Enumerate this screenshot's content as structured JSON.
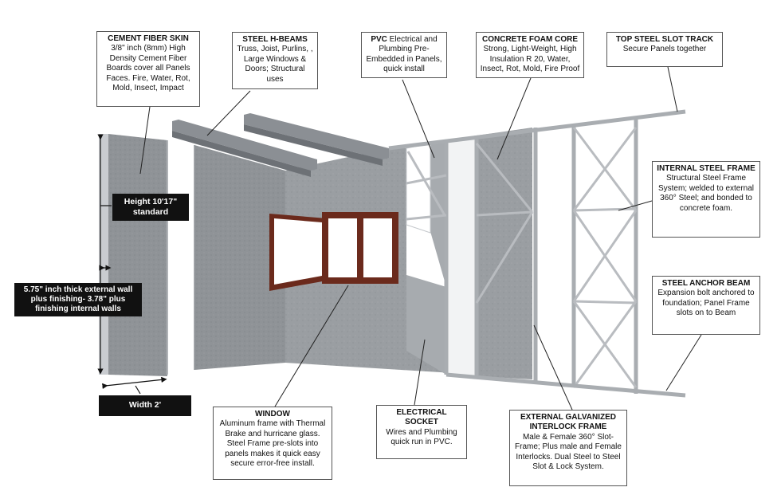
{
  "callouts": {
    "cement_fiber": {
      "title": "CEMENT FIBER SKIN",
      "text": "3/8\" inch (8mm) High Density Cement Fiber Boards cover all Panels Faces. Fire, Water, Rot, Mold, Insect, Impact"
    },
    "steel_h_beams": {
      "title": "STEEL H-BEAMS",
      "text": "Truss, Joist, Purlins, , Large Windows & Doors; Structural uses"
    },
    "pvc": {
      "title": "PVC",
      "text": " Electrical and Plumbing Pre-Embedded in Panels, quick install"
    },
    "concrete_foam": {
      "title": "CONCRETE FOAM CORE",
      "text": "Strong, Light-Weight, High Insulation R 20, Water, Insect, Rot, Mold, Fire Proof"
    },
    "top_track": {
      "title": "TOP STEEL SLOT TRACK",
      "text": "Secure Panels together"
    },
    "internal_frame": {
      "title": "INTERNAL STEEL FRAME",
      "text": "Structural Steel Frame System; welded to external 360° Steel; and bonded to concrete foam."
    },
    "anchor_beam": {
      "title": "STEEL ANCHOR BEAM",
      "text": "Expansion bolt anchored to foundation; Panel Frame slots on to Beam"
    },
    "window": {
      "title": "WINDOW",
      "text": "Aluminum frame with Thermal Brake and hurricane glass. Steel Frame pre-slots into panels makes it quick easy secure error-free install."
    },
    "socket": {
      "title": "ELECTRICAL SOCKET",
      "text": "Wires and Plumbing quick run in PVC."
    },
    "ext_frame": {
      "title": "EXTERNAL GALVANIZED INTERLOCK FRAME",
      "text": "Male & Female 360° Slot-Frame; Plus male and Female Interlocks. Dual Steel to Steel Slot & Lock System."
    }
  },
  "dimensions": {
    "height": "Height 10'17\" standard",
    "thickness": "5.75\" inch thick external wall plus finishing- 3.78\" plus finishing internal walls",
    "width": "Width 2'"
  },
  "colors": {
    "panel": "#8e9296",
    "panel_dark": "#7a7e83",
    "steel": "#b9bcc0",
    "window_frame": "#6b2a1c",
    "callout_border": "#555555",
    "label_bg": "#111111"
  }
}
